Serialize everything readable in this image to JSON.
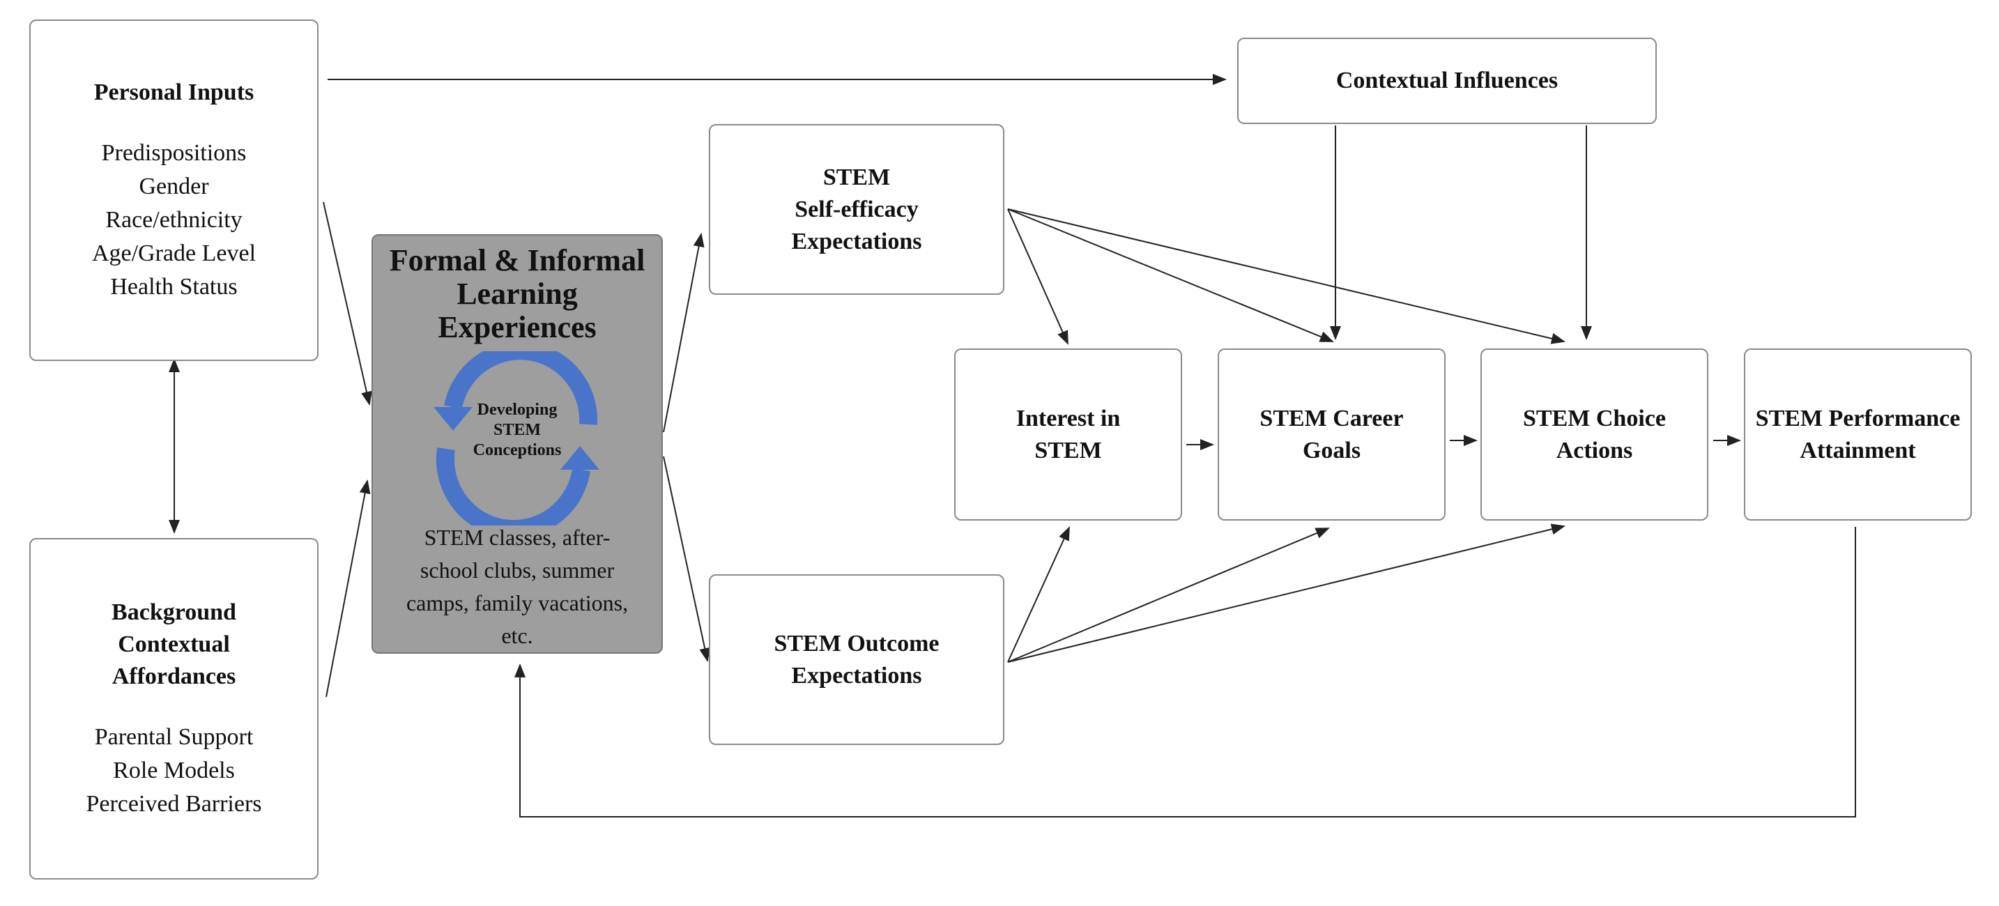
{
  "nodes": {
    "personal_inputs": {
      "title": "Personal Inputs",
      "items": [
        "Predispositions",
        "Gender",
        "Race/ethnicity",
        "Age/Grade Level",
        "Health Status"
      ]
    },
    "background": {
      "title_lines": [
        "Background",
        "Contextual",
        "Affordances"
      ],
      "items": [
        "Parental Support",
        "Role Models",
        "Perceived Barriers"
      ]
    },
    "learning": {
      "title_lines": [
        "Formal & Informal",
        "Learning",
        "Experiences"
      ],
      "cycle_lines": [
        "Developing",
        "STEM",
        "Conceptions"
      ],
      "desc_lines": [
        "STEM classes, after-",
        "school clubs, summer",
        "camps, family vacations,",
        "etc."
      ]
    },
    "self_efficacy": {
      "lines": [
        "STEM",
        "Self-efficacy",
        "Expectations"
      ]
    },
    "outcome": {
      "lines": [
        "STEM Outcome",
        "Expectations"
      ]
    },
    "contextual": {
      "lines": [
        "Contextual Influences"
      ]
    },
    "interest": {
      "lines": [
        "Interest in",
        "STEM"
      ]
    },
    "goals": {
      "lines": [
        "STEM Career",
        "Goals"
      ]
    },
    "actions": {
      "lines": [
        "STEM Choice",
        "Actions"
      ]
    },
    "performance": {
      "lines": [
        "STEM Performance",
        "Attainment"
      ]
    }
  },
  "colors": {
    "learning_box_fill": "#9e9e9e",
    "cycle_arrow": "#4a74c9",
    "connector": "#222222"
  }
}
